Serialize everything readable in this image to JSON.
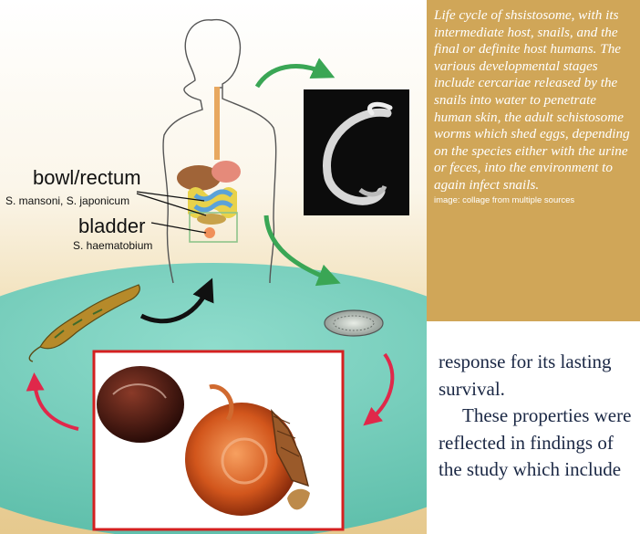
{
  "figure": {
    "labels": {
      "bowl": "bowl/rectum",
      "bowl_species": "S. mansoni, S. japonicum",
      "bladder": "bladder",
      "bladder_species": "S. haematobium"
    }
  },
  "caption": {
    "text": "Life cycle of shsistosome, with its intermediate host, snails, and the final or definite host humans. The various developmental stages include cercariae released by the snails into water to penetrate human skin, the adult schistosome worms which shed eggs, depending on the species either with the urine or feces, into the environment to again infect snails.",
    "credit": "image: collage from multiple sources"
  },
  "body_text": {
    "paragraph1": "response for its lasting survival.",
    "paragraph2": "These properties were reflected in findings of the study which include"
  },
  "colors": {
    "caption_background": "#d0a658",
    "water": "#7ed3c1",
    "green_arrow": "#3aa655",
    "red_arrow": "#e0284a",
    "black_arrow": "#111111",
    "snail_frame": "#d42020",
    "body_text": "#1a2744"
  }
}
